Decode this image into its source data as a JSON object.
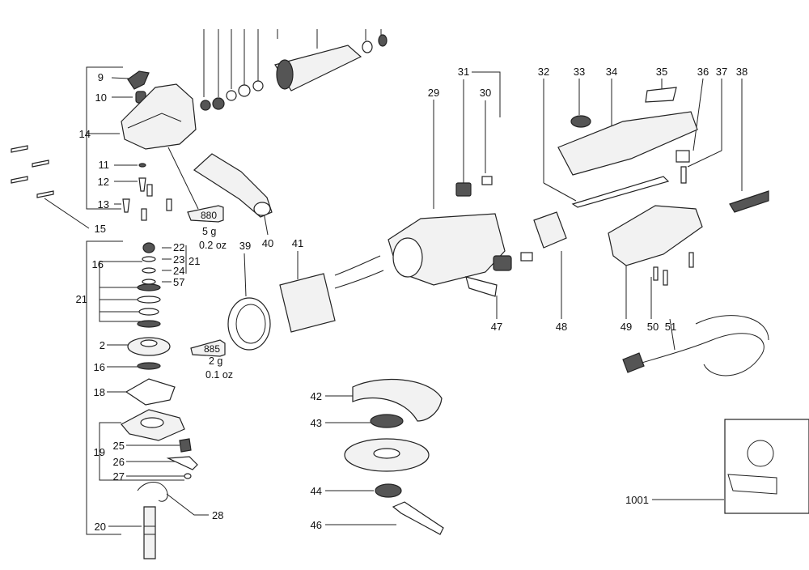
{
  "callouts": [
    "9",
    "10",
    "14",
    "11",
    "12",
    "13",
    "15",
    "22",
    "23",
    "24",
    "57",
    "16",
    "21",
    "21",
    "2",
    "16",
    "18",
    "19",
    "25",
    "26",
    "27",
    "28",
    "20",
    "39",
    "40",
    "41",
    "42",
    "43",
    "44",
    "46",
    "29",
    "31",
    "30",
    "47",
    "48",
    "32",
    "33",
    "34",
    "35",
    "36",
    "37",
    "38",
    "49",
    "50",
    "51",
    "1001"
  ],
  "tube_880": {
    "code": "880",
    "weight": "5 g",
    "ounces": "0.2 oz"
  },
  "tube_885": {
    "code": "885",
    "weight": "2 g",
    "ounces": "0.1 oz"
  }
}
